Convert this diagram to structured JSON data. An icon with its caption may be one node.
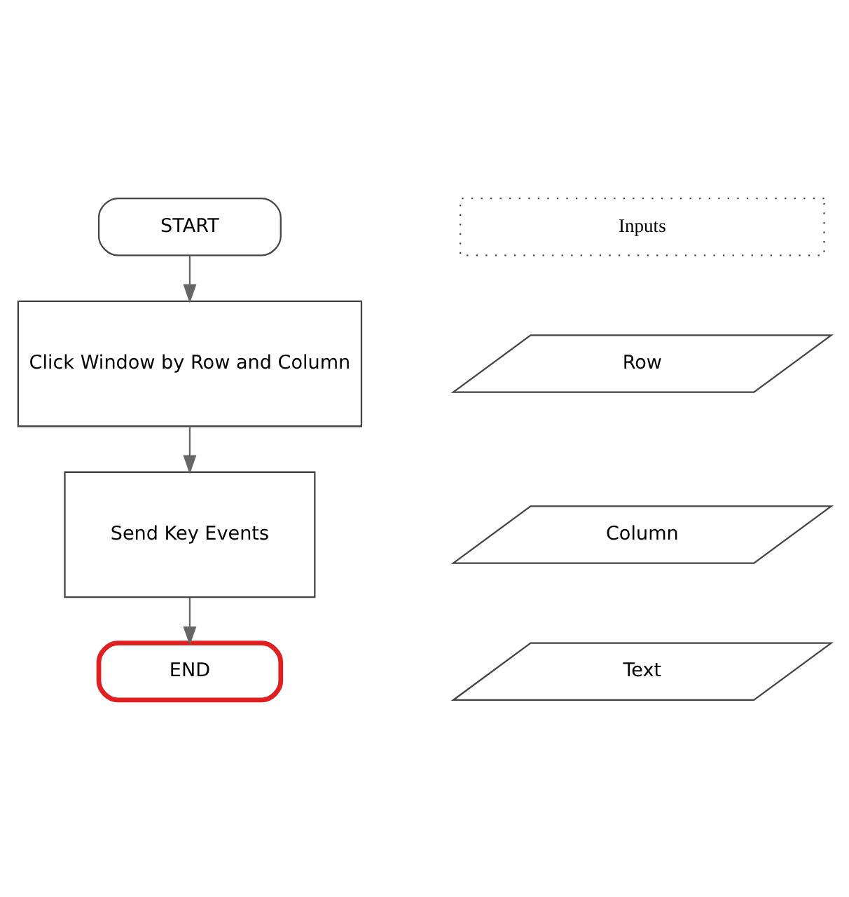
{
  "diagram": {
    "nodes": [
      {
        "text": [
          "START"
        ]
      },
      {
        "text": [
          "Inputs"
        ]
      },
      {
        "text": [
          "Row"
        ]
      },
      {
        "text": [
          "Column"
        ]
      },
      {
        "text": [
          "Text"
        ]
      },
      {
        "text": [
          "Click Window by Row and Column"
        ]
      },
      {
        "text": [
          "Send Key Events"
        ]
      },
      {
        "text": [
          "END"
        ]
      }
    ],
    "edges": [
      {
        "from": 0,
        "to": 5,
        "arrow": "to"
      },
      {
        "from": 5,
        "to": 6,
        "arrow": "to"
      },
      {
        "from": 6,
        "to": 7,
        "arrow": "to"
      }
    ]
  }
}
